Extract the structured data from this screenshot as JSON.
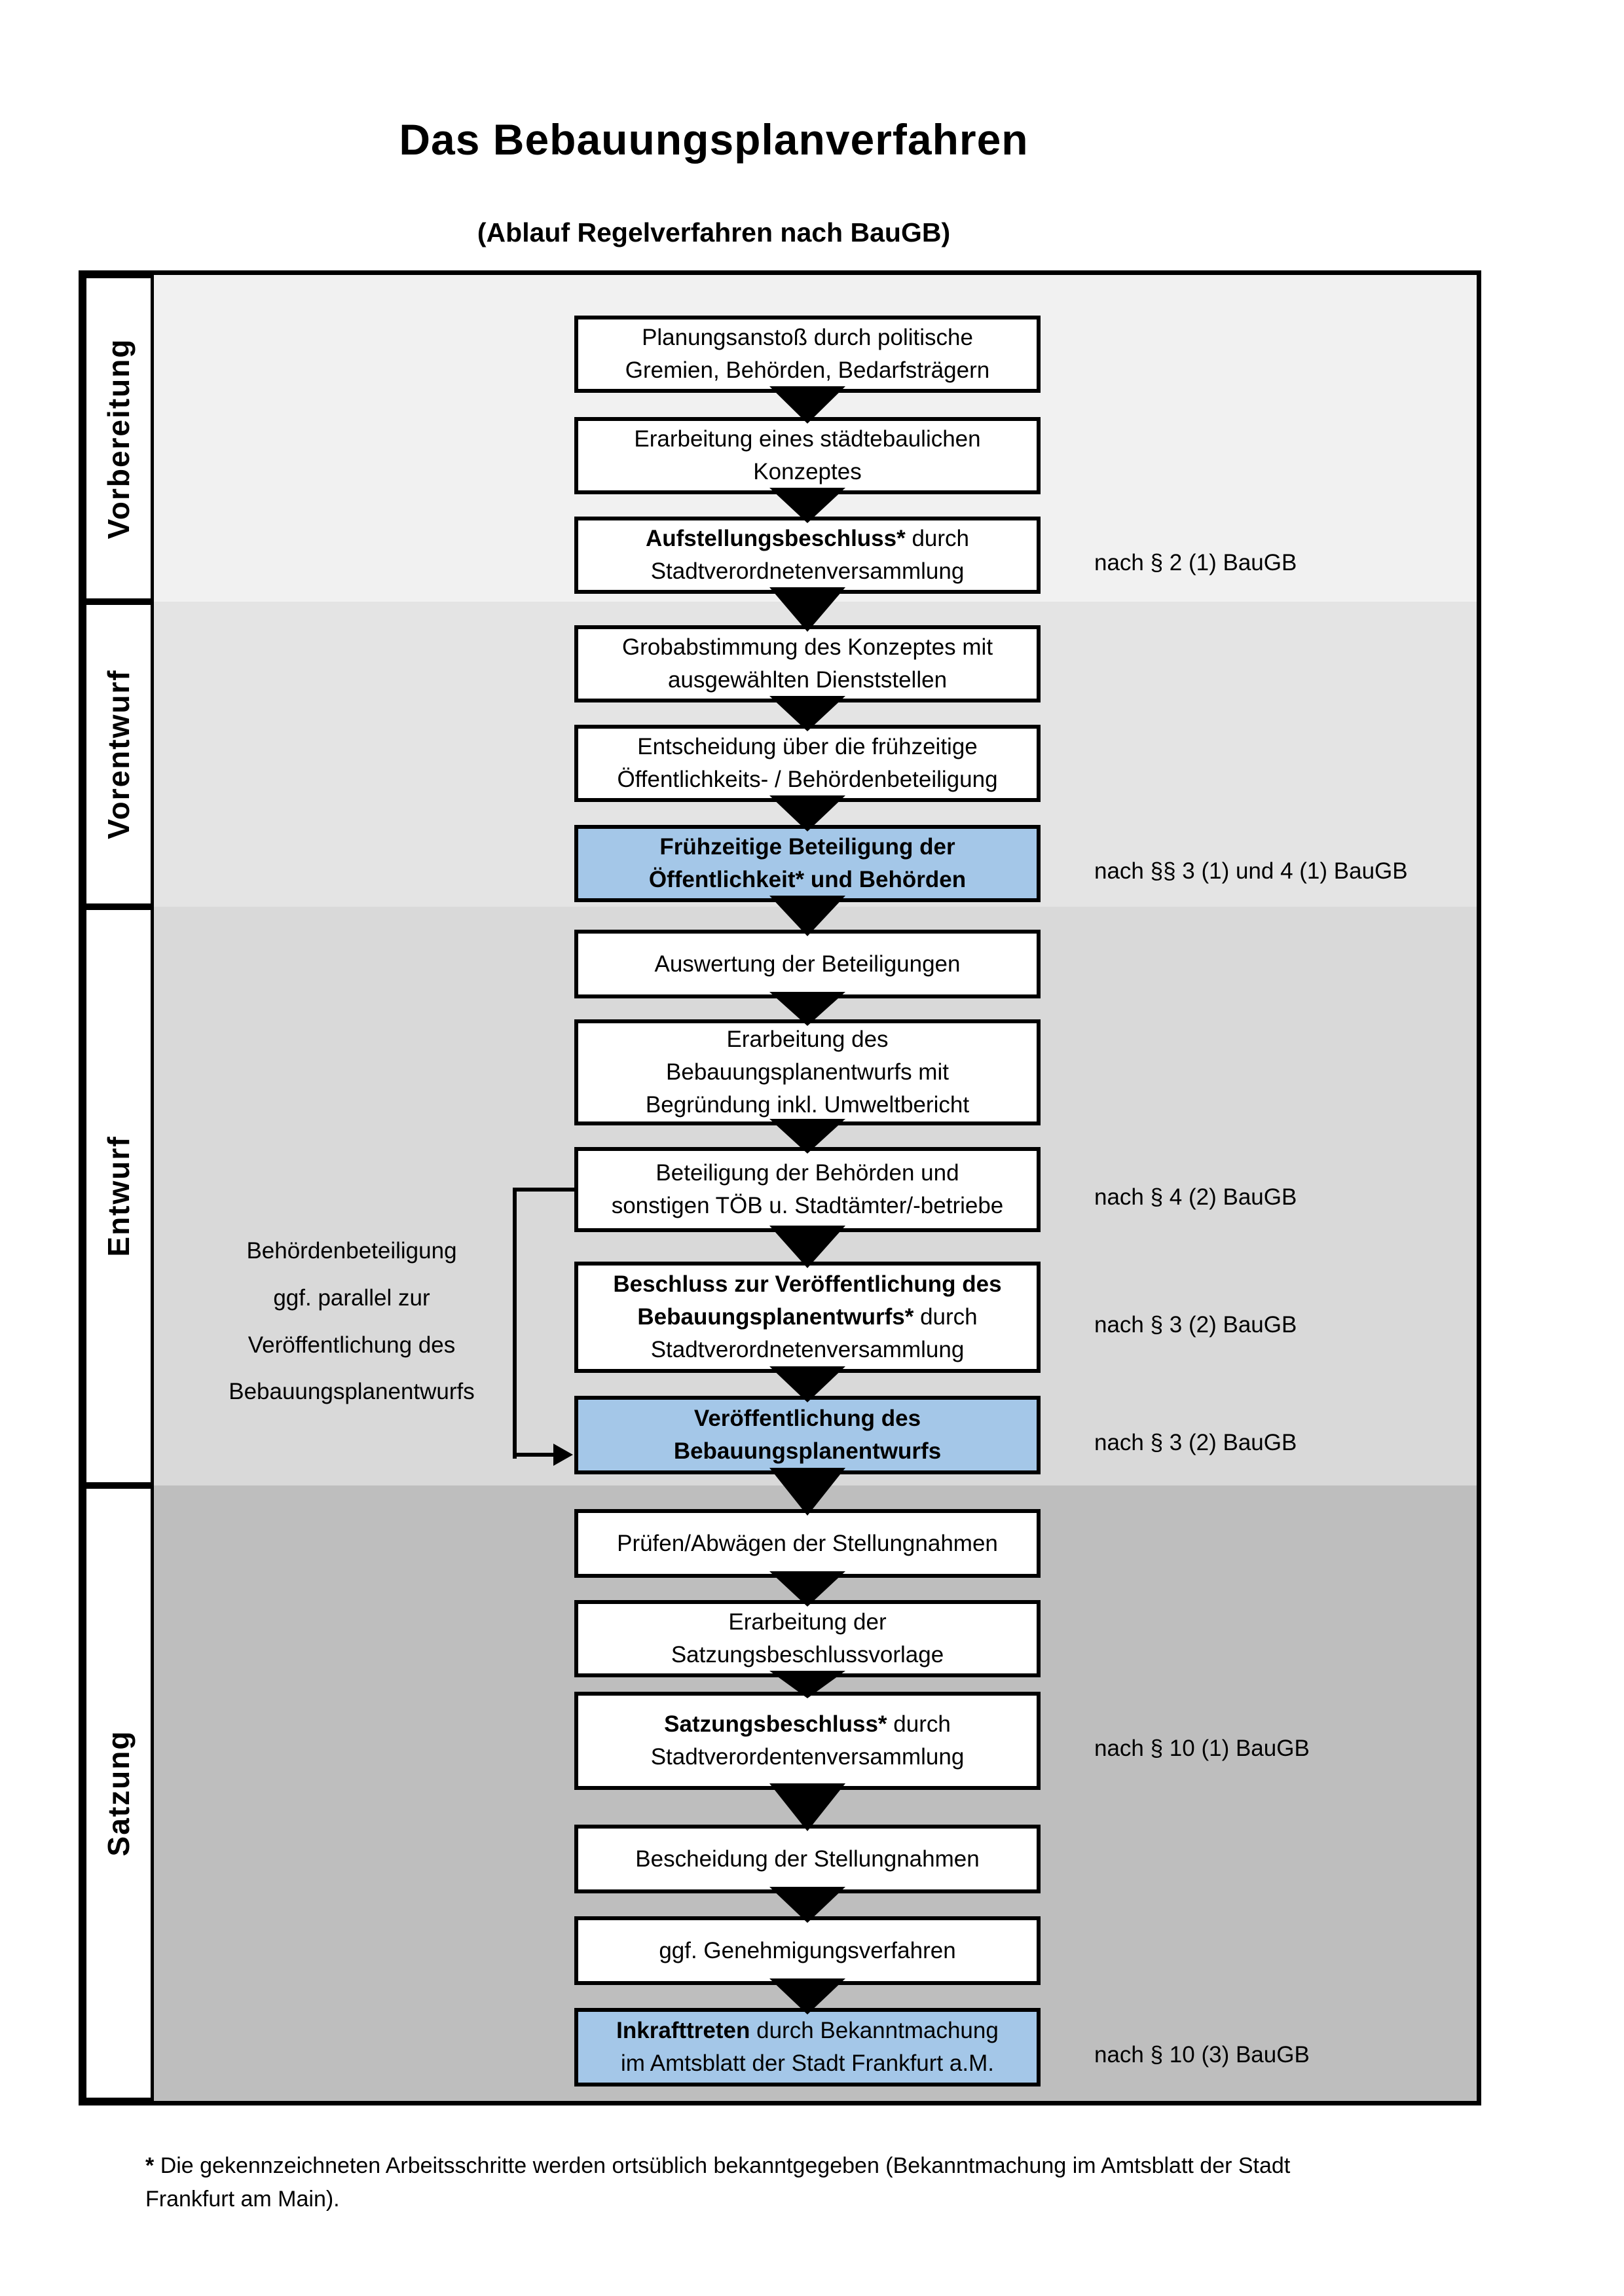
{
  "title": "Das Bebauungsplanverfahren",
  "subtitle": "(Ablauf Regelverfahren nach BauGB)",
  "colors": {
    "highlight": "#a4c7e8",
    "box_background": "#ffffff",
    "border": "#000000",
    "phase_bands": [
      "#f1f1f1",
      "#e4e4e4",
      "#d9d9d9",
      "#bebebe"
    ]
  },
  "phases": [
    {
      "label": "Vorbereitung",
      "boxes": [
        {
          "highlighted": false,
          "lines": [
            [
              {
                "text": "Planungsanstoß durch politische",
                "bold": false
              }
            ],
            [
              {
                "text": "Gremien, Behörden, Bedarfsträgern",
                "bold": false
              }
            ]
          ]
        },
        {
          "highlighted": false,
          "lines": [
            [
              {
                "text": "Erarbeitung eines städtebaulichen",
                "bold": false
              }
            ],
            [
              {
                "text": "Konzeptes",
                "bold": false
              }
            ]
          ]
        },
        {
          "highlighted": false,
          "reference": "nach § 2 (1) BauGB",
          "lines": [
            [
              {
                "text": "Aufstellungsbeschluss*",
                "bold": true
              },
              {
                "text": " durch",
                "bold": false
              }
            ],
            [
              {
                "text": "Stadtverordnetenversammlung",
                "bold": false
              }
            ]
          ]
        }
      ]
    },
    {
      "label": "Vorentwurf",
      "boxes": [
        {
          "highlighted": false,
          "lines": [
            [
              {
                "text": "Grobabstimmung des Konzeptes mit",
                "bold": false
              }
            ],
            [
              {
                "text": "ausgewählten Dienststellen",
                "bold": false
              }
            ]
          ]
        },
        {
          "highlighted": false,
          "lines": [
            [
              {
                "text": "Entscheidung über die frühzeitige",
                "bold": false
              }
            ],
            [
              {
                "text": "Öffentlichkeits- / Behördenbeteiligung",
                "bold": false
              }
            ]
          ]
        },
        {
          "highlighted": true,
          "reference": "nach §§ 3 (1) und 4 (1) BauGB",
          "lines": [
            [
              {
                "text": "Frühzeitige Beteiligung der",
                "bold": true
              }
            ],
            [
              {
                "text": "Öffentlichkeit* und Behörden",
                "bold": true
              }
            ]
          ]
        }
      ]
    },
    {
      "label": "Entwurf",
      "boxes": [
        {
          "highlighted": false,
          "lines": [
            [
              {
                "text": "Auswertung der Beteiligungen",
                "bold": false
              }
            ]
          ]
        },
        {
          "highlighted": false,
          "lines": [
            [
              {
                "text": "Erarbeitung des",
                "bold": false
              }
            ],
            [
              {
                "text": "Bebauungsplanentwurfs mit",
                "bold": false
              }
            ],
            [
              {
                "text": "Begründung inkl. Umweltbericht",
                "bold": false
              }
            ]
          ]
        },
        {
          "highlighted": false,
          "reference": "nach § 4 (2) BauGB",
          "lines": [
            [
              {
                "text": "Beteiligung der Behörden und",
                "bold": false
              }
            ],
            [
              {
                "text": "sonstigen TÖB u. Stadtämter/-betriebe",
                "bold": false
              }
            ]
          ]
        },
        {
          "highlighted": false,
          "reference": "nach § 3 (2) BauGB",
          "lines": [
            [
              {
                "text": "Beschluss zur Veröffentlichung des",
                "bold": true
              }
            ],
            [
              {
                "text": "Bebauungsplanentwurfs*",
                "bold": true
              },
              {
                "text": " durch",
                "bold": false
              }
            ],
            [
              {
                "text": "Stadtverordnetenversammlung",
                "bold": false
              }
            ]
          ]
        },
        {
          "highlighted": true,
          "reference": "nach § 3 (2) BauGB",
          "lines": [
            [
              {
                "text": "Veröffentlichung des",
                "bold": true
              }
            ],
            [
              {
                "text": "Bebauungsplanentwurfs",
                "bold": true
              }
            ]
          ]
        }
      ]
    },
    {
      "label": "Satzung",
      "boxes": [
        {
          "highlighted": false,
          "lines": [
            [
              {
                "text": "Prüfen/Abwägen der Stellungnahmen",
                "bold": false
              }
            ]
          ]
        },
        {
          "highlighted": false,
          "lines": [
            [
              {
                "text": "Erarbeitung der",
                "bold": false
              }
            ],
            [
              {
                "text": "Satzungsbeschlussvorlage",
                "bold": false
              }
            ]
          ]
        },
        {
          "highlighted": false,
          "reference": "nach § 10 (1) BauGB",
          "lines": [
            [
              {
                "text": "Satzungsbeschluss*",
                "bold": true
              },
              {
                "text": " durch",
                "bold": false
              }
            ],
            [
              {
                "text": "Stadtverordentenversammlung",
                "bold": false
              }
            ]
          ]
        },
        {
          "highlighted": false,
          "lines": [
            [
              {
                "text": "Bescheidung der Stellungnahmen",
                "bold": false
              }
            ]
          ]
        },
        {
          "highlighted": false,
          "lines": [
            [
              {
                "text": "ggf. Genehmigungsverfahren",
                "bold": false
              }
            ]
          ]
        },
        {
          "highlighted": true,
          "reference": "nach § 10 (3) BauGB",
          "lines": [
            [
              {
                "text": "Inkrafttreten",
                "bold": true
              },
              {
                "text": " durch Bekanntmachung",
                "bold": false
              }
            ],
            [
              {
                "text": "im Amtsblatt der Stadt Frankfurt a.M.",
                "bold": false
              }
            ]
          ]
        }
      ]
    }
  ],
  "annotation": {
    "text": "Behördenbeteiligung\nggf. parallel zur\nVeröffentlichung des\nBebauungsplanentwurfs"
  },
  "footnote": {
    "marker": "*",
    "text": "Die gekennzeichneten Arbeitsschritte werden ortsüblich bekanntgegeben (Bekanntmachung im Amtsblatt  der Stadt\nFrankfurt am Main)."
  }
}
